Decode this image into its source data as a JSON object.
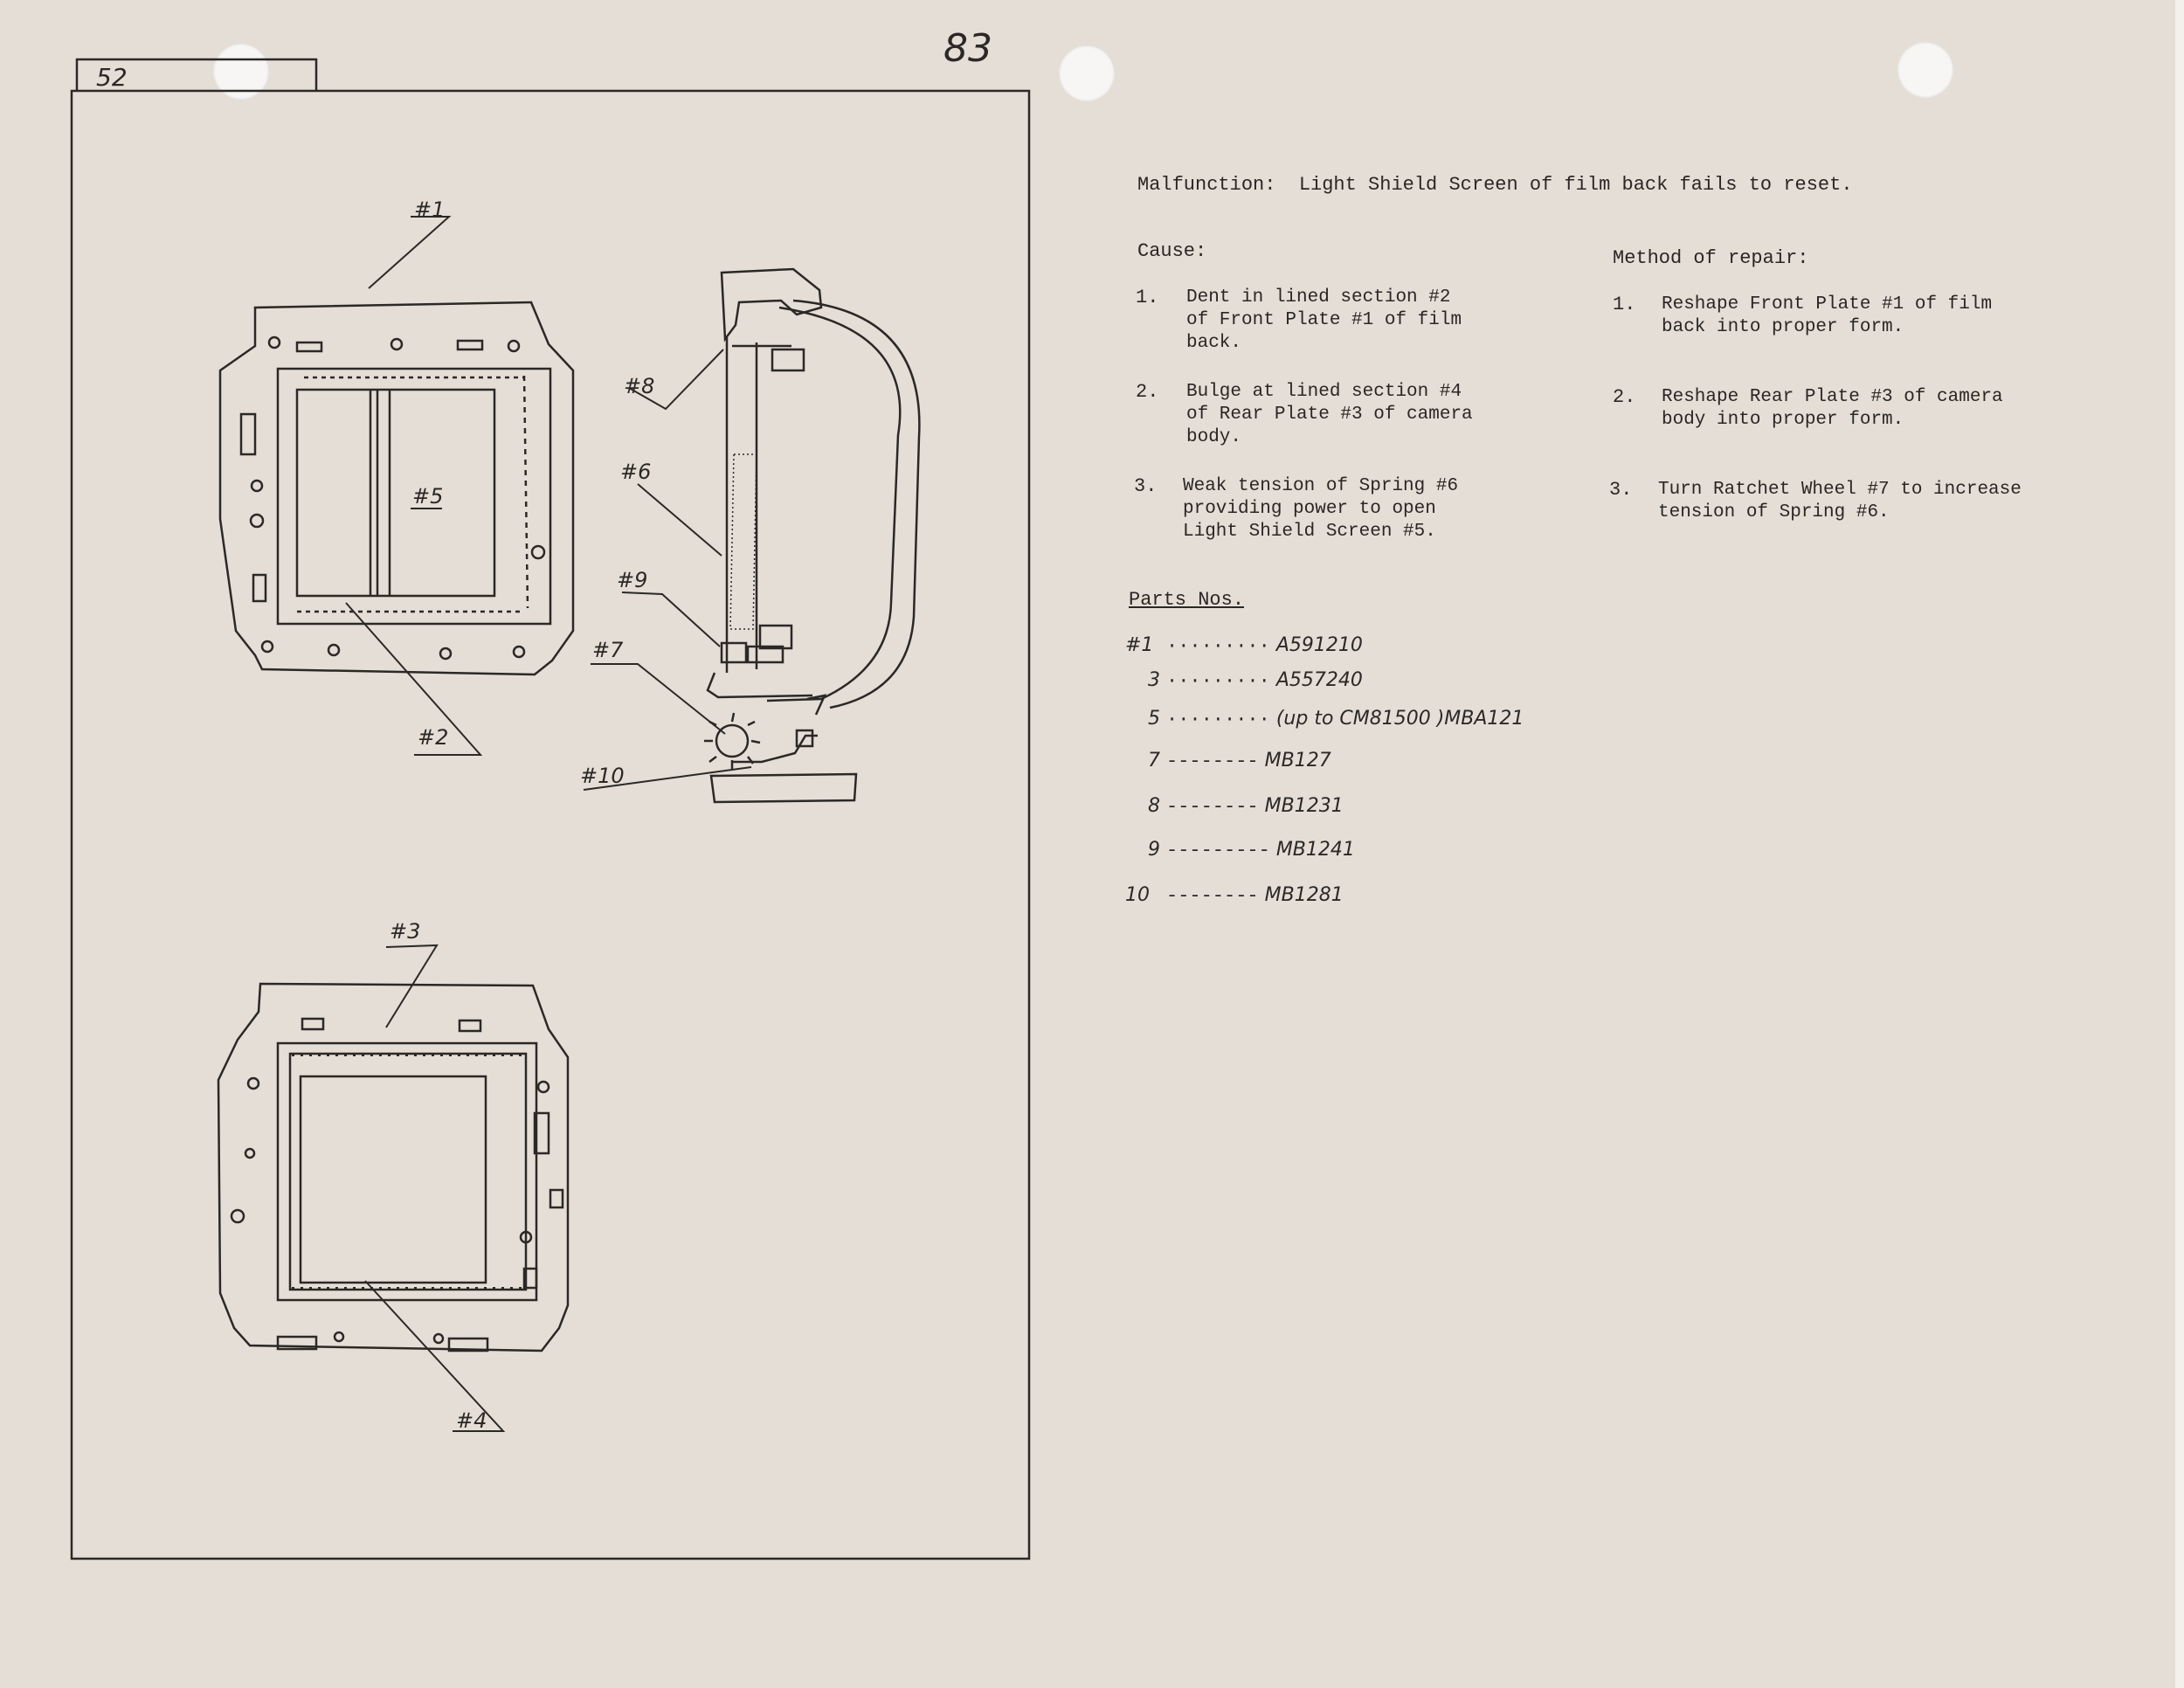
{
  "page_number": "83",
  "tab_label": "52",
  "diagram_callouts": {
    "c1": "#1",
    "c2": "#2",
    "c3": "#3",
    "c4": "#4",
    "c5": "#5",
    "c6": "#6",
    "c7": "#7",
    "c8": "#8",
    "c9": "#9",
    "c10": "#10"
  },
  "malfunction": "Malfunction:  Light Shield Screen of film back fails to reset.",
  "cause": {
    "title": "Cause:",
    "items": [
      {
        "num": "1.",
        "text": "Dent in lined section #2\nof Front Plate #1 of film\nback."
      },
      {
        "num": "2.",
        "text": "Bulge at lined section #4\nof Rear Plate #3 of camera\nbody."
      },
      {
        "num": "3.",
        "text": "Weak tension of Spring #6\nproviding power to open\nLight Shield Screen #5."
      }
    ]
  },
  "repair": {
    "title": "Method of repair:",
    "items": [
      {
        "num": "1.",
        "text": "Reshape Front Plate #1 of film\nback into proper form."
      },
      {
        "num": "2.",
        "text": "Reshape Rear Plate #3 of camera\nbody into proper form."
      },
      {
        "num": "3.",
        "text": "Turn Ratchet Wheel #7 to increase\ntension of Spring #6."
      }
    ]
  },
  "parts": {
    "title": "Parts Nos.",
    "rows": [
      {
        "num": "#1",
        "dots": "·········",
        "value": "A591210"
      },
      {
        "num": "3",
        "dots": "·········",
        "value": "A557240"
      },
      {
        "num": "5",
        "dots": "·········",
        "value": "(up to CM81500 )MBA121"
      },
      {
        "num": "7",
        "dots": "--------",
        "value": "MB127"
      },
      {
        "num": "8",
        "dots": "--------",
        "value": "MB1231"
      },
      {
        "num": "9",
        "dots": "---------",
        "value": "MB1241"
      },
      {
        "num": "10",
        "dots": "--------",
        "value": "MB1281"
      }
    ]
  }
}
